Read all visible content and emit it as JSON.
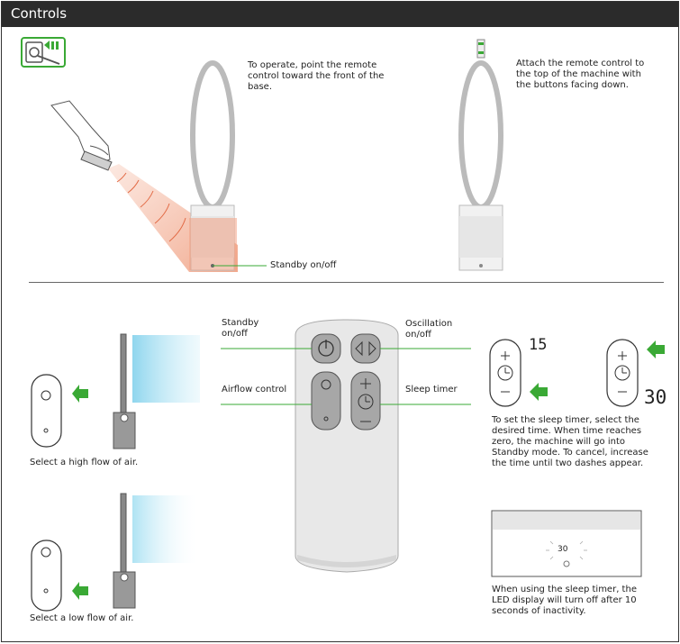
{
  "header": {
    "title": "Controls"
  },
  "top": {
    "point_remote_text": "To operate, point the remote control toward the front of the base.",
    "attach_remote_text": "Attach the remote control to the top of the machine with the buttons facing down.",
    "standby_label": "Standby on/off"
  },
  "remote": {
    "standby_label": "Standby on/off",
    "airflow_label": "Airflow control",
    "oscillation_label": "Oscillation on/off",
    "sleep_label": "Sleep timer"
  },
  "airflow": {
    "high_caption": "Select a high flow of air.",
    "low_caption": "Select a low flow of air."
  },
  "sleep": {
    "display_a": "15",
    "display_b": "30",
    "instructions": "To set the sleep timer, select the desired time. When time reaches zero, the machine will go into Standby mode. To cancel, increase the time until two dashes appear.",
    "led_value": "30",
    "led_caption": "When using the sleep timer, the LED display will turn off after 10 seconds of inactivity."
  },
  "colors": {
    "accent_green": "#3aa935",
    "header_bg": "#2b2b2b",
    "beam": "#f2a385",
    "airflow_blue": "#aee3f3"
  }
}
